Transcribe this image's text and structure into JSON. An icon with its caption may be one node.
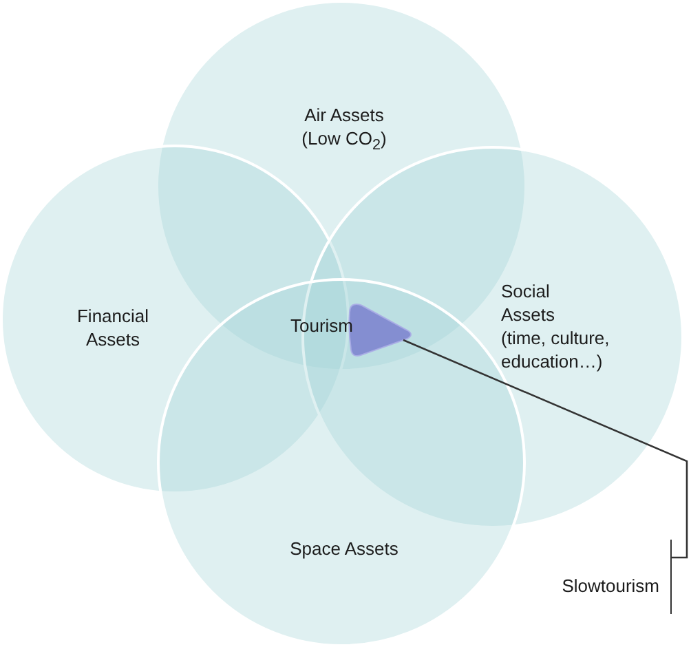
{
  "diagram": {
    "nodes": [
      {
        "text": [
          "Air Assets",
          "(Low CO$_{2}$)"
        ]
      },
      {
        "text": [
          "Financial Assets"
        ]
      },
      {
        "text": [
          "Social Assets",
          "(time, culture, education…)"
        ]
      },
      {
        "text": [
          "Space Assets"
        ]
      },
      {
        "text": [],
        "shape": "triangle"
      },
      {
        "text": [
          "Slowtourism"
        ]
      }
    ],
    "edges": [
      {
        "from": 5,
        "to": 4,
        "arrow": "none"
      }
    ],
    "labels": [
      "Tourism"
    ]
  }
}
